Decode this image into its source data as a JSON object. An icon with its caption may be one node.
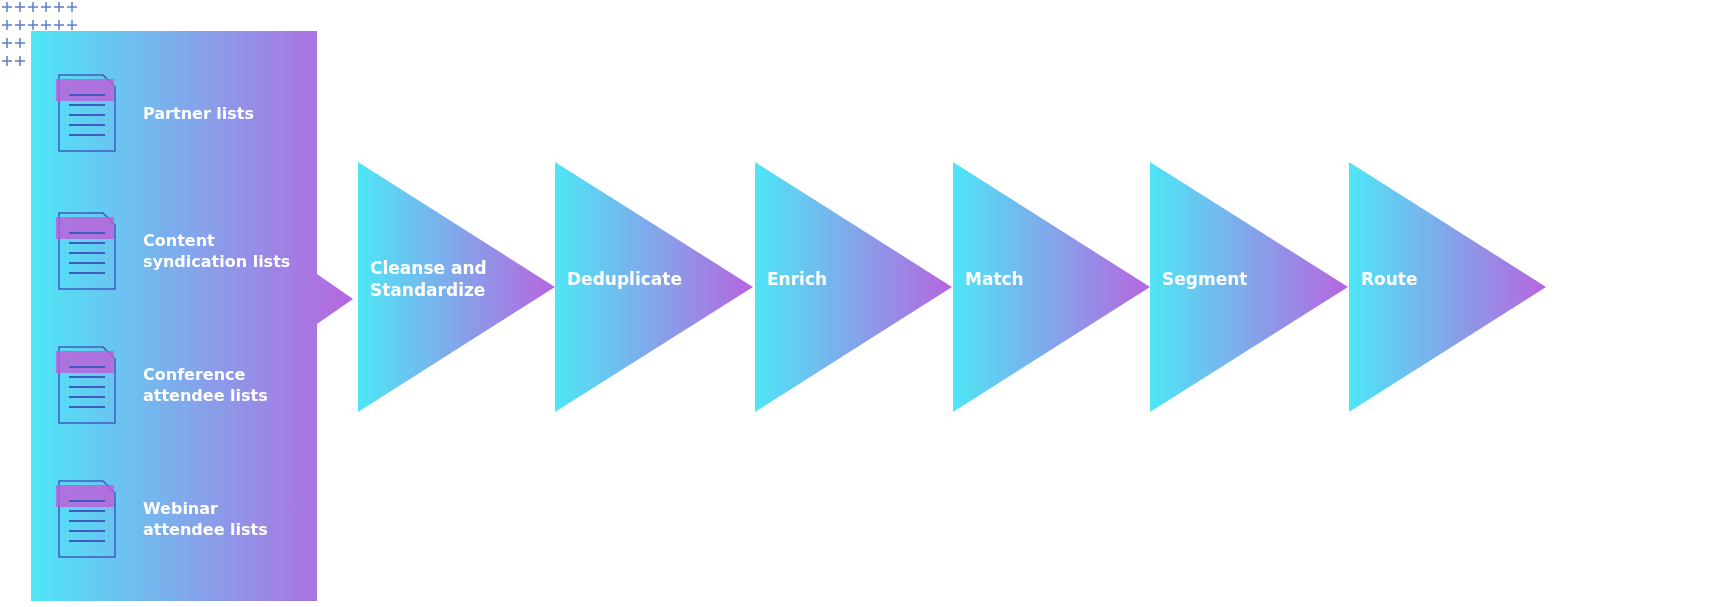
{
  "diagram": {
    "nodes": [
      {
        "text": [],
        "shape": "box"
      },
      {
        "text": [
          "Partner lists"
        ],
        "in": 0
      },
      {
        "text": [
          "Content syndication lists"
        ],
        "in": 0
      },
      {
        "text": [
          "Conference attendee lists"
        ],
        "in": 0
      },
      {
        "text": [
          "Webinar attendee lists"
        ],
        "in": 0
      },
      {
        "text": [
          "Cleanse and Standardize"
        ]
      },
      {
        "text": [
          "Deduplicate"
        ]
      },
      {
        "text": [
          "Enrich"
        ]
      },
      {
        "text": [
          "Match"
        ]
      },
      {
        "text": [
          "Segment"
        ]
      },
      {
        "text": [
          "Route"
        ]
      }
    ]
  }
}
